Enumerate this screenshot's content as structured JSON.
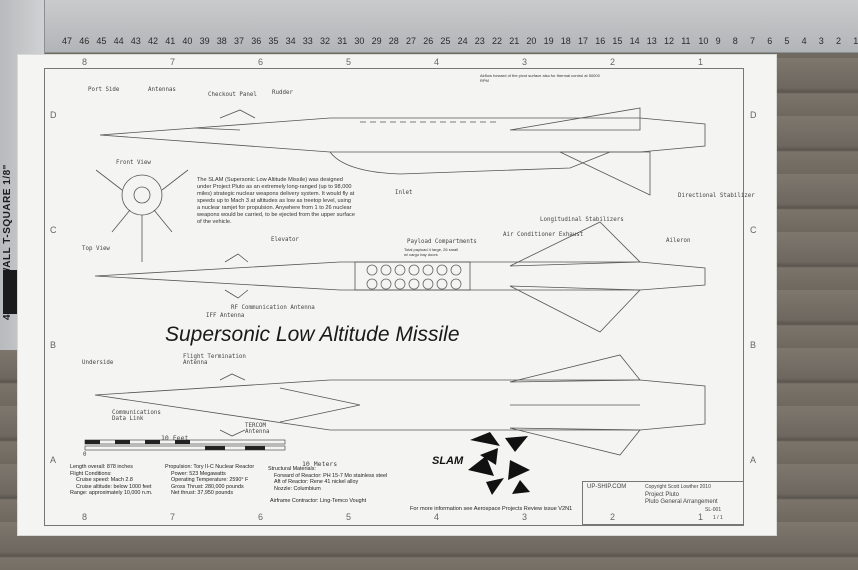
{
  "ruler_top": {
    "numbers": [
      "47",
      "46",
      "45",
      "44",
      "43",
      "42",
      "41",
      "40",
      "39",
      "38",
      "37",
      "36",
      "35",
      "34",
      "33",
      "32",
      "31",
      "30",
      "29",
      "28",
      "27",
      "26",
      "25",
      "24",
      "23",
      "22",
      "21",
      "20",
      "19",
      "18",
      "17",
      "16",
      "15",
      "14",
      "13",
      "12",
      "11",
      "10",
      "9",
      "8",
      "7",
      "6",
      "5",
      "4",
      "3",
      "2",
      "1"
    ]
  },
  "ruler_side": {
    "label": "48\" DRYWALL T-SQUARE 1/8\""
  },
  "zones": {
    "columns": [
      "8",
      "7",
      "6",
      "5",
      "4",
      "3",
      "2",
      "1"
    ],
    "rows": [
      "D",
      "C",
      "B",
      "A"
    ]
  },
  "side_view": {
    "labels": [
      "Port Side",
      "Antennas",
      "Checkout Panel",
      "Rudder",
      "Inlet",
      "Directional Stabilizer"
    ],
    "top_note": "Airflow forward of the pivot surface also for thermal control at 50000 RPM"
  },
  "front_view": {
    "label": "Front View"
  },
  "description": "The SLAM (Supersonic Low Altitude Missile) was designed under Project Pluto as an extremely long-ranged (up to 98,000 miles) strategic nuclear weapons delivery system. It would fly at speeds up to Mach 3 at altitudes as low as treetop level, using a nuclear ramjet for propulsion. Anywhere from 1 to 26 nuclear weapons would be carried, to be ejected from the upper surface of the vehicle.",
  "top_view": {
    "labels": [
      "Top View",
      "Elevator",
      "Payload Compartments",
      "Air Conditioner Exhaust",
      "Longitudinal Stabilizers",
      "Aileron",
      "RF Communication Antenna",
      "IFF Antenna"
    ],
    "payload_note": "Total payload 4 large, 26 small\nw/ cargo bay doors"
  },
  "main_title": "Supersonic Low Altitude Missile",
  "underside": {
    "labels": [
      "Underside",
      "Flight Termination Antenna",
      "Communications Data Link",
      "TERCOM Antenna"
    ]
  },
  "scale": {
    "label_10": "10 Feet",
    "label_mid": "0",
    "label_meters": "10 Meters"
  },
  "specs": {
    "col1": [
      "Length overall: 878 inches",
      "Flight Conditions:",
      "Cruise speed: Mach 2.8",
      "Cruise altitude: below 1000 feet",
      "Range: approximately 10,000 n.m."
    ],
    "col2": [
      "Propulsion: Tory II-C Nuclear Reactor",
      "Power: 523 Megawatts",
      "Operating Temperature: 2590° F",
      "Gross Thrust: 280,000 pounds",
      "Net thrust: 37,950 pounds"
    ],
    "col3": [
      "Structural Materials:",
      "Forward of Reactor: PH 15-7 Mo stainless steel",
      "Aft of Reactor: Rene 41 nickel alloy",
      "Nozzle: Columbium"
    ],
    "contractor": "Airframe Contractor: Ling-Temco Vought"
  },
  "logo": {
    "text": "SLAM"
  },
  "footer_note": "For more information see Aerospace Projects Review issue V2N1",
  "title_block": {
    "site": "UP-SHIP.COM",
    "copyright": "Copyright Scott Lowther 2010",
    "project": "Project Pluto",
    "drawing": "Pluto General Arrangement",
    "dwg_no": "SL-001",
    "sheet": "1 / 1"
  },
  "colors": {
    "paper": "#f4f4f2",
    "ink": "#333333",
    "deck": "#6f6a62",
    "ruler": "#c0c3c5"
  }
}
